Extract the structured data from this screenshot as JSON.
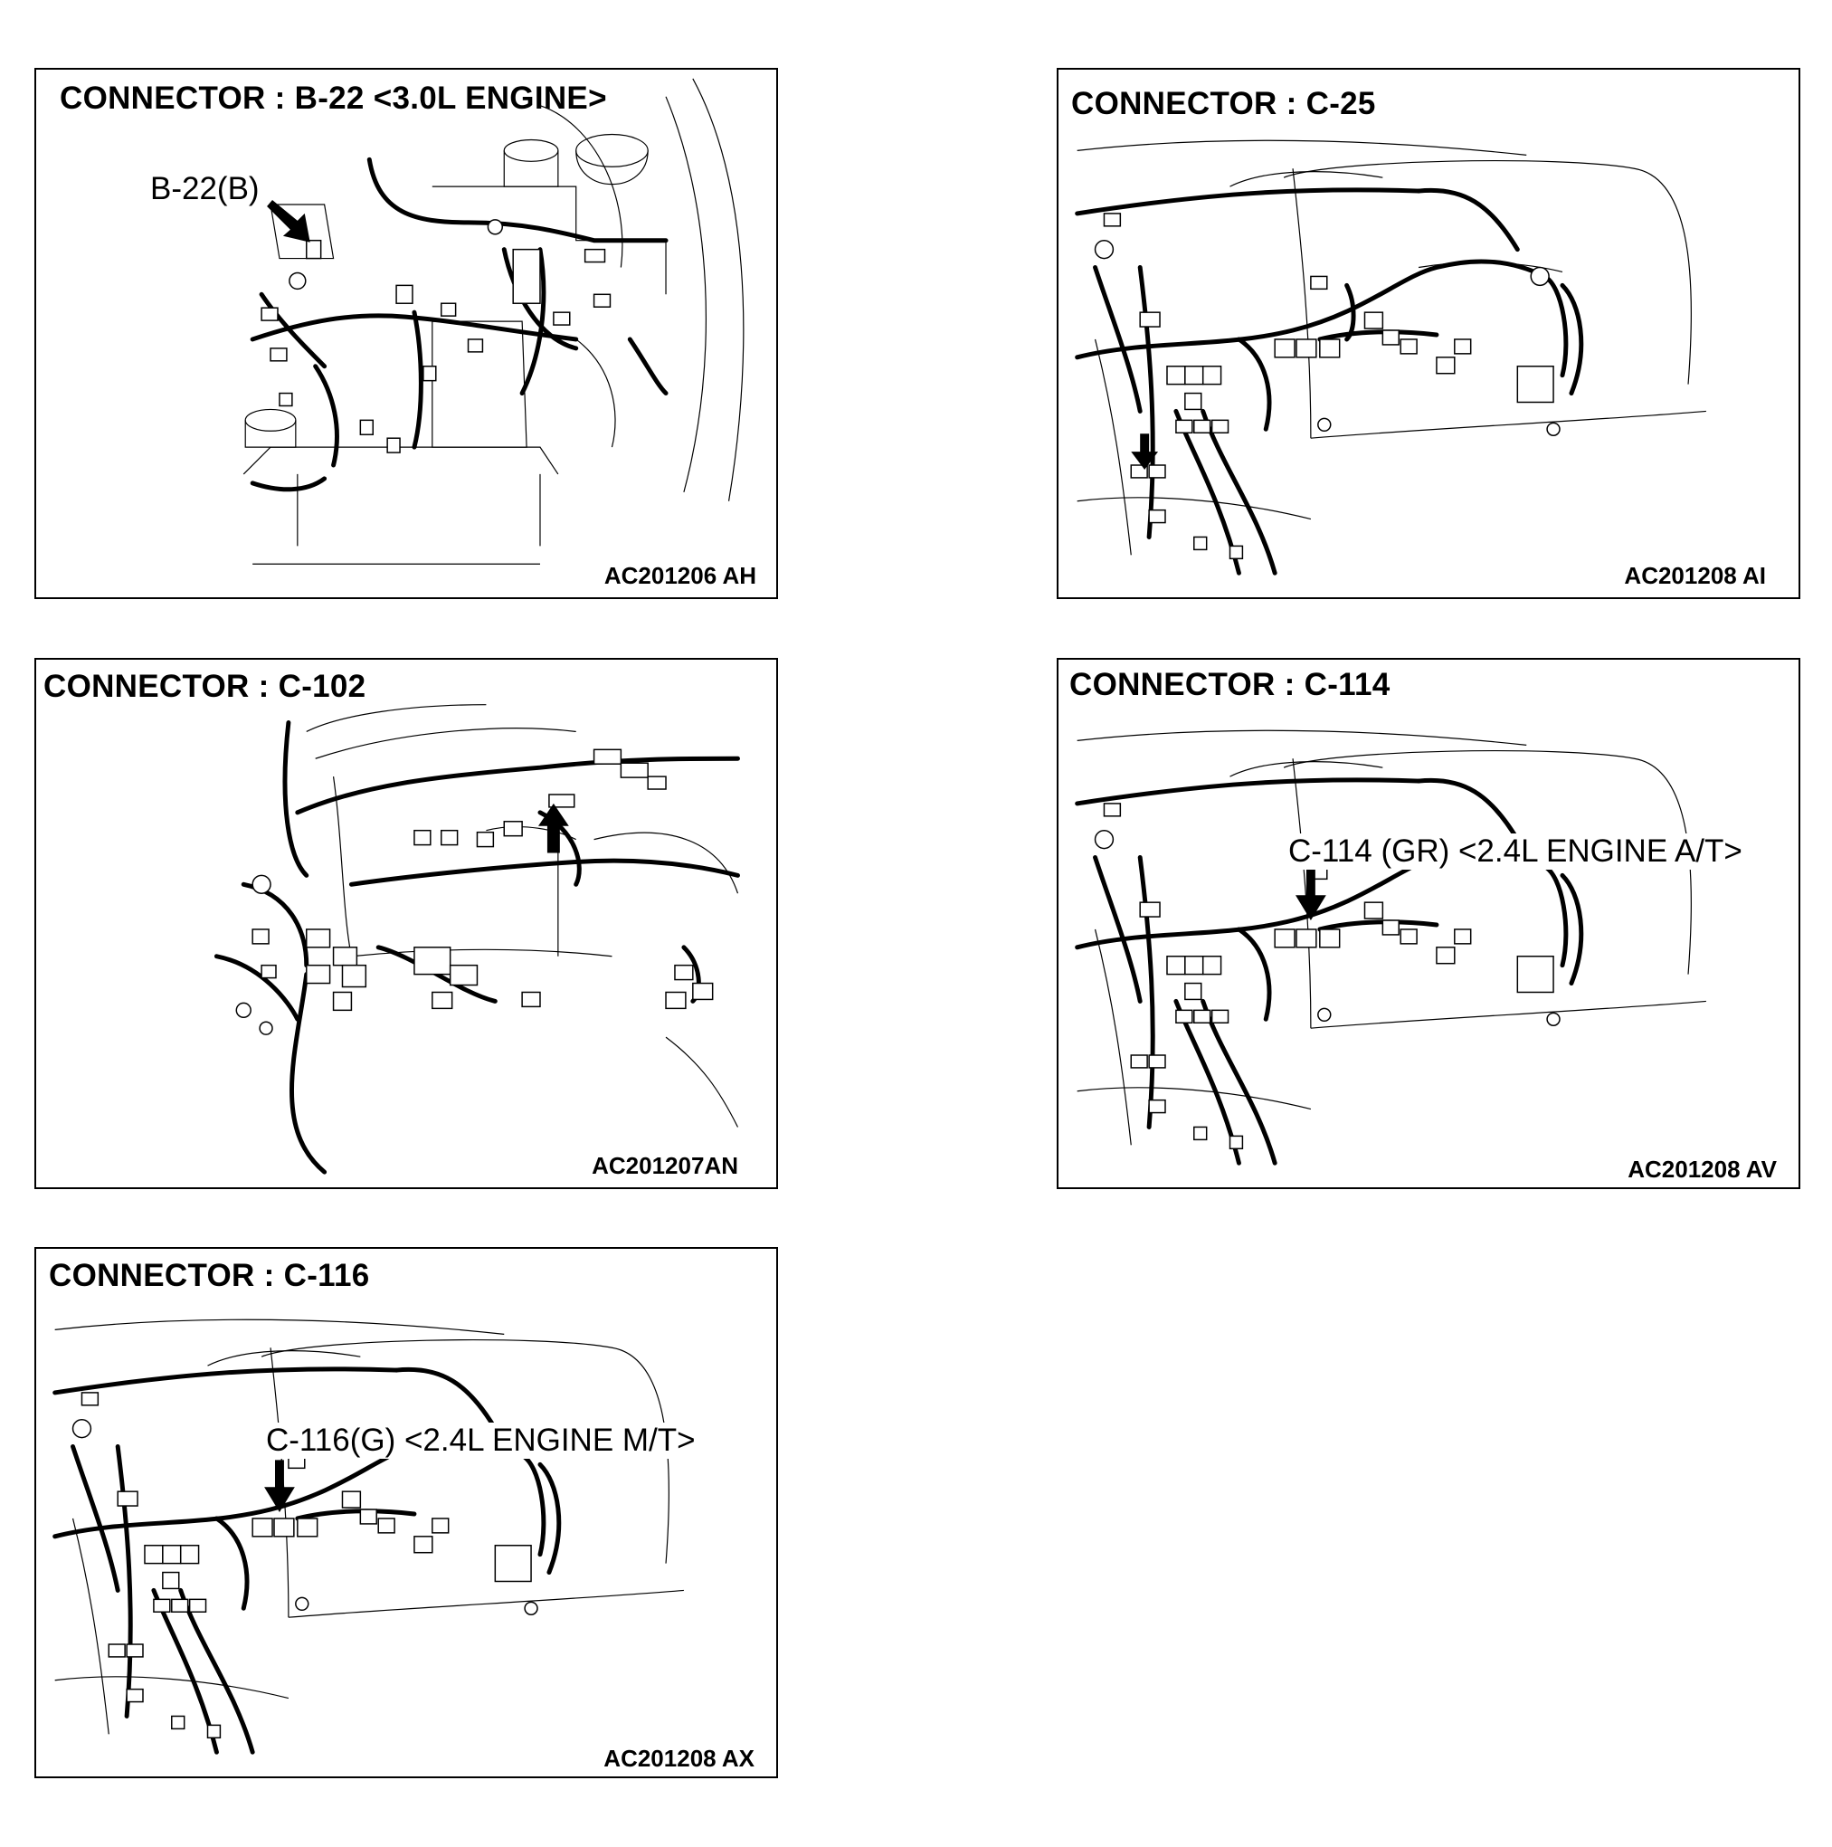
{
  "panels": [
    {
      "title": "CONNECTOR : B-22 <3.0L ENGINE>",
      "callout": "B-22(B)",
      "code": "AC201206 AH"
    },
    {
      "title": "CONNECTOR : C-25",
      "callout": "",
      "code": "AC201208 AI"
    },
    {
      "title": "CONNECTOR : C-102",
      "callout": "",
      "code": "AC201207AN"
    },
    {
      "title": "CONNECTOR : C-114",
      "callout": "C-114 (GR) <2.4L ENGINE A/T>",
      "code": "AC201208 AV"
    },
    {
      "title": "CONNECTOR : C-116",
      "callout": "C-116(G) <2.4L ENGINE M/T>",
      "code": "AC201208 AX"
    }
  ]
}
